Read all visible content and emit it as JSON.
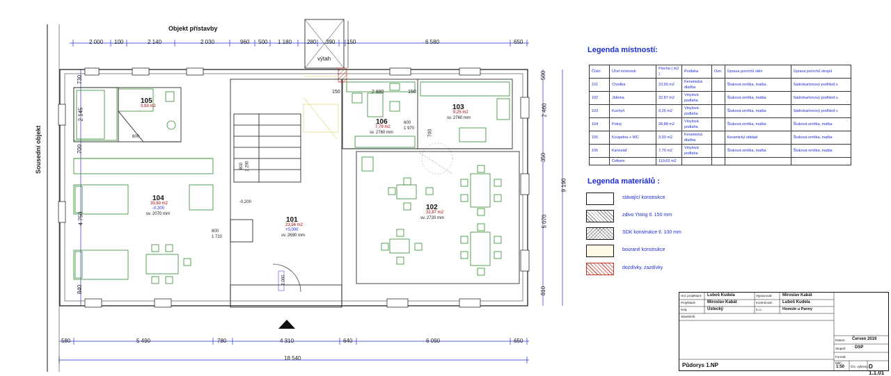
{
  "header": {
    "objekt_pristavby": "Objekt přístavby",
    "sousedni_objekt": "Sousední objekt",
    "vytah": "výtah"
  },
  "dims_top": [
    "2 000",
    "100",
    "2 140",
    "2 030",
    "960",
    "500",
    "1 180",
    "280",
    "390",
    "150",
    "6 580",
    "650"
  ],
  "dims_bottom": [
    "580",
    "5 490",
    "780",
    "4 310",
    "640",
    "6 090",
    "650"
  ],
  "dims_total": "18 540",
  "dims_left": [
    "730",
    "2 145",
    "700",
    "4 750",
    "840"
  ],
  "dims_right": [
    "500",
    "2 460",
    "350",
    "5 070",
    "810"
  ],
  "dims_right_total": "9 190",
  "inner_dims": {
    "d2880": "2 880",
    "d150a": "150",
    "d150b": "150",
    "d600": "600",
    "d1970": "1 970",
    "d700": "700",
    "d800": "800",
    "d2200": "2 200",
    "d600b": "600",
    "d1710": "1 710",
    "d800b": "800",
    "d2000": "2 000"
  },
  "rooms": [
    {
      "no": "101",
      "area": "23,56 m2",
      "level": "+0,000",
      "height": "sv. 2690 mm"
    },
    {
      "no": "102",
      "area": "32,87 m2",
      "height": "sv. 2720 mm"
    },
    {
      "no": "103",
      "area": "9,25 m2",
      "height": "sv. 2760 mm"
    },
    {
      "no": "104",
      "area": "33,60 m2",
      "level": "-0,300",
      "height": "sv. 2070 mm"
    },
    {
      "no": "105",
      "area": "3,93 m2"
    },
    {
      "no": "106",
      "area": "7,79 m2",
      "height": "sv. 2760 mm"
    }
  ],
  "level_0200": "-0,200",
  "legend_rooms": {
    "title": "Legenda místností:",
    "headers": [
      "Číslo",
      "Účel místnosti",
      "Plocha ( m2 )",
      "Podlaha",
      "Ozn.",
      "Úprava povrchů stěn",
      "Úprava povrchů stropů"
    ],
    "rows": [
      [
        "101",
        "Chodba",
        "23,56 m2",
        "Keramická dlažba",
        "",
        "Štuková omítka, malba",
        "Sádrokartonový podhled v."
      ],
      [
        "102",
        "Jídelna",
        "32,87 m2",
        "Vinylová podlaha",
        "",
        "Štuková omítka, malba",
        "Sádrokartonový podhled v."
      ],
      [
        "103",
        "Kuchyň",
        "9,25 m2",
        "Vinylová podlaha",
        "",
        "Štuková omítka, malba",
        "Sádrokartonový podhled v."
      ],
      [
        "104",
        "Pokoj",
        "28,88 m2",
        "Vinylová podlaha",
        "",
        "Štuková omítka, malba",
        "Štuková omítka, malba"
      ],
      [
        "105",
        "Koupelna + WC",
        "3,93 m2",
        "Keramická dlažba",
        "",
        "Keramický obklad",
        "Štuková omítka, malba"
      ],
      [
        "106",
        "Kancelář",
        "7,79 m2",
        "Vinylová podlaha",
        "",
        "Štuková omítka, malba",
        "Štuková omítka, malba"
      ],
      [
        "",
        "Celkem",
        "110,65 m2",
        "",
        "",
        "",
        ""
      ]
    ]
  },
  "legend_materials": {
    "title": "Legenda materiálů :",
    "items": [
      {
        "label": "stávající konstrukce"
      },
      {
        "label": "zdivo Ytong tl. 150 mm"
      },
      {
        "label": "SDK konstrukce tl. 100 mm"
      },
      {
        "label": "bourané konstrukce"
      },
      {
        "label": "dozdívky, zazdívky"
      }
    ]
  },
  "title_block": {
    "hip_label": "Hol. projektant:",
    "hip_value": "Luboš Kudela",
    "proj_label": "Projektant:",
    "proj_value": "Miroslav Kabát",
    "kraj_label": "Kraj:",
    "kraj_value": "Ústecký",
    "stav_label": "Stavebník:",
    "vyp_label": "Vypracoval:",
    "vyp_value": "Miroslav Kabát",
    "kon_label": "Kontroloval:",
    "kon_value": "Luboš Kudela",
    "ku_label": "K.ú.:",
    "ku_value": "Homole u Panny",
    "datum_label": "Datum:",
    "datum_value": "Červen 2019",
    "stupen_label": "Stupeň:",
    "stupen_value": "DSP",
    "format_label": "Formát:",
    "mer_label": "Měř.:",
    "mer_value": "1:50",
    "cis_label": "Čís. výkresu:",
    "cis_value": "D 1.1.01",
    "drawing_name": "Půdorys 1.NP"
  }
}
